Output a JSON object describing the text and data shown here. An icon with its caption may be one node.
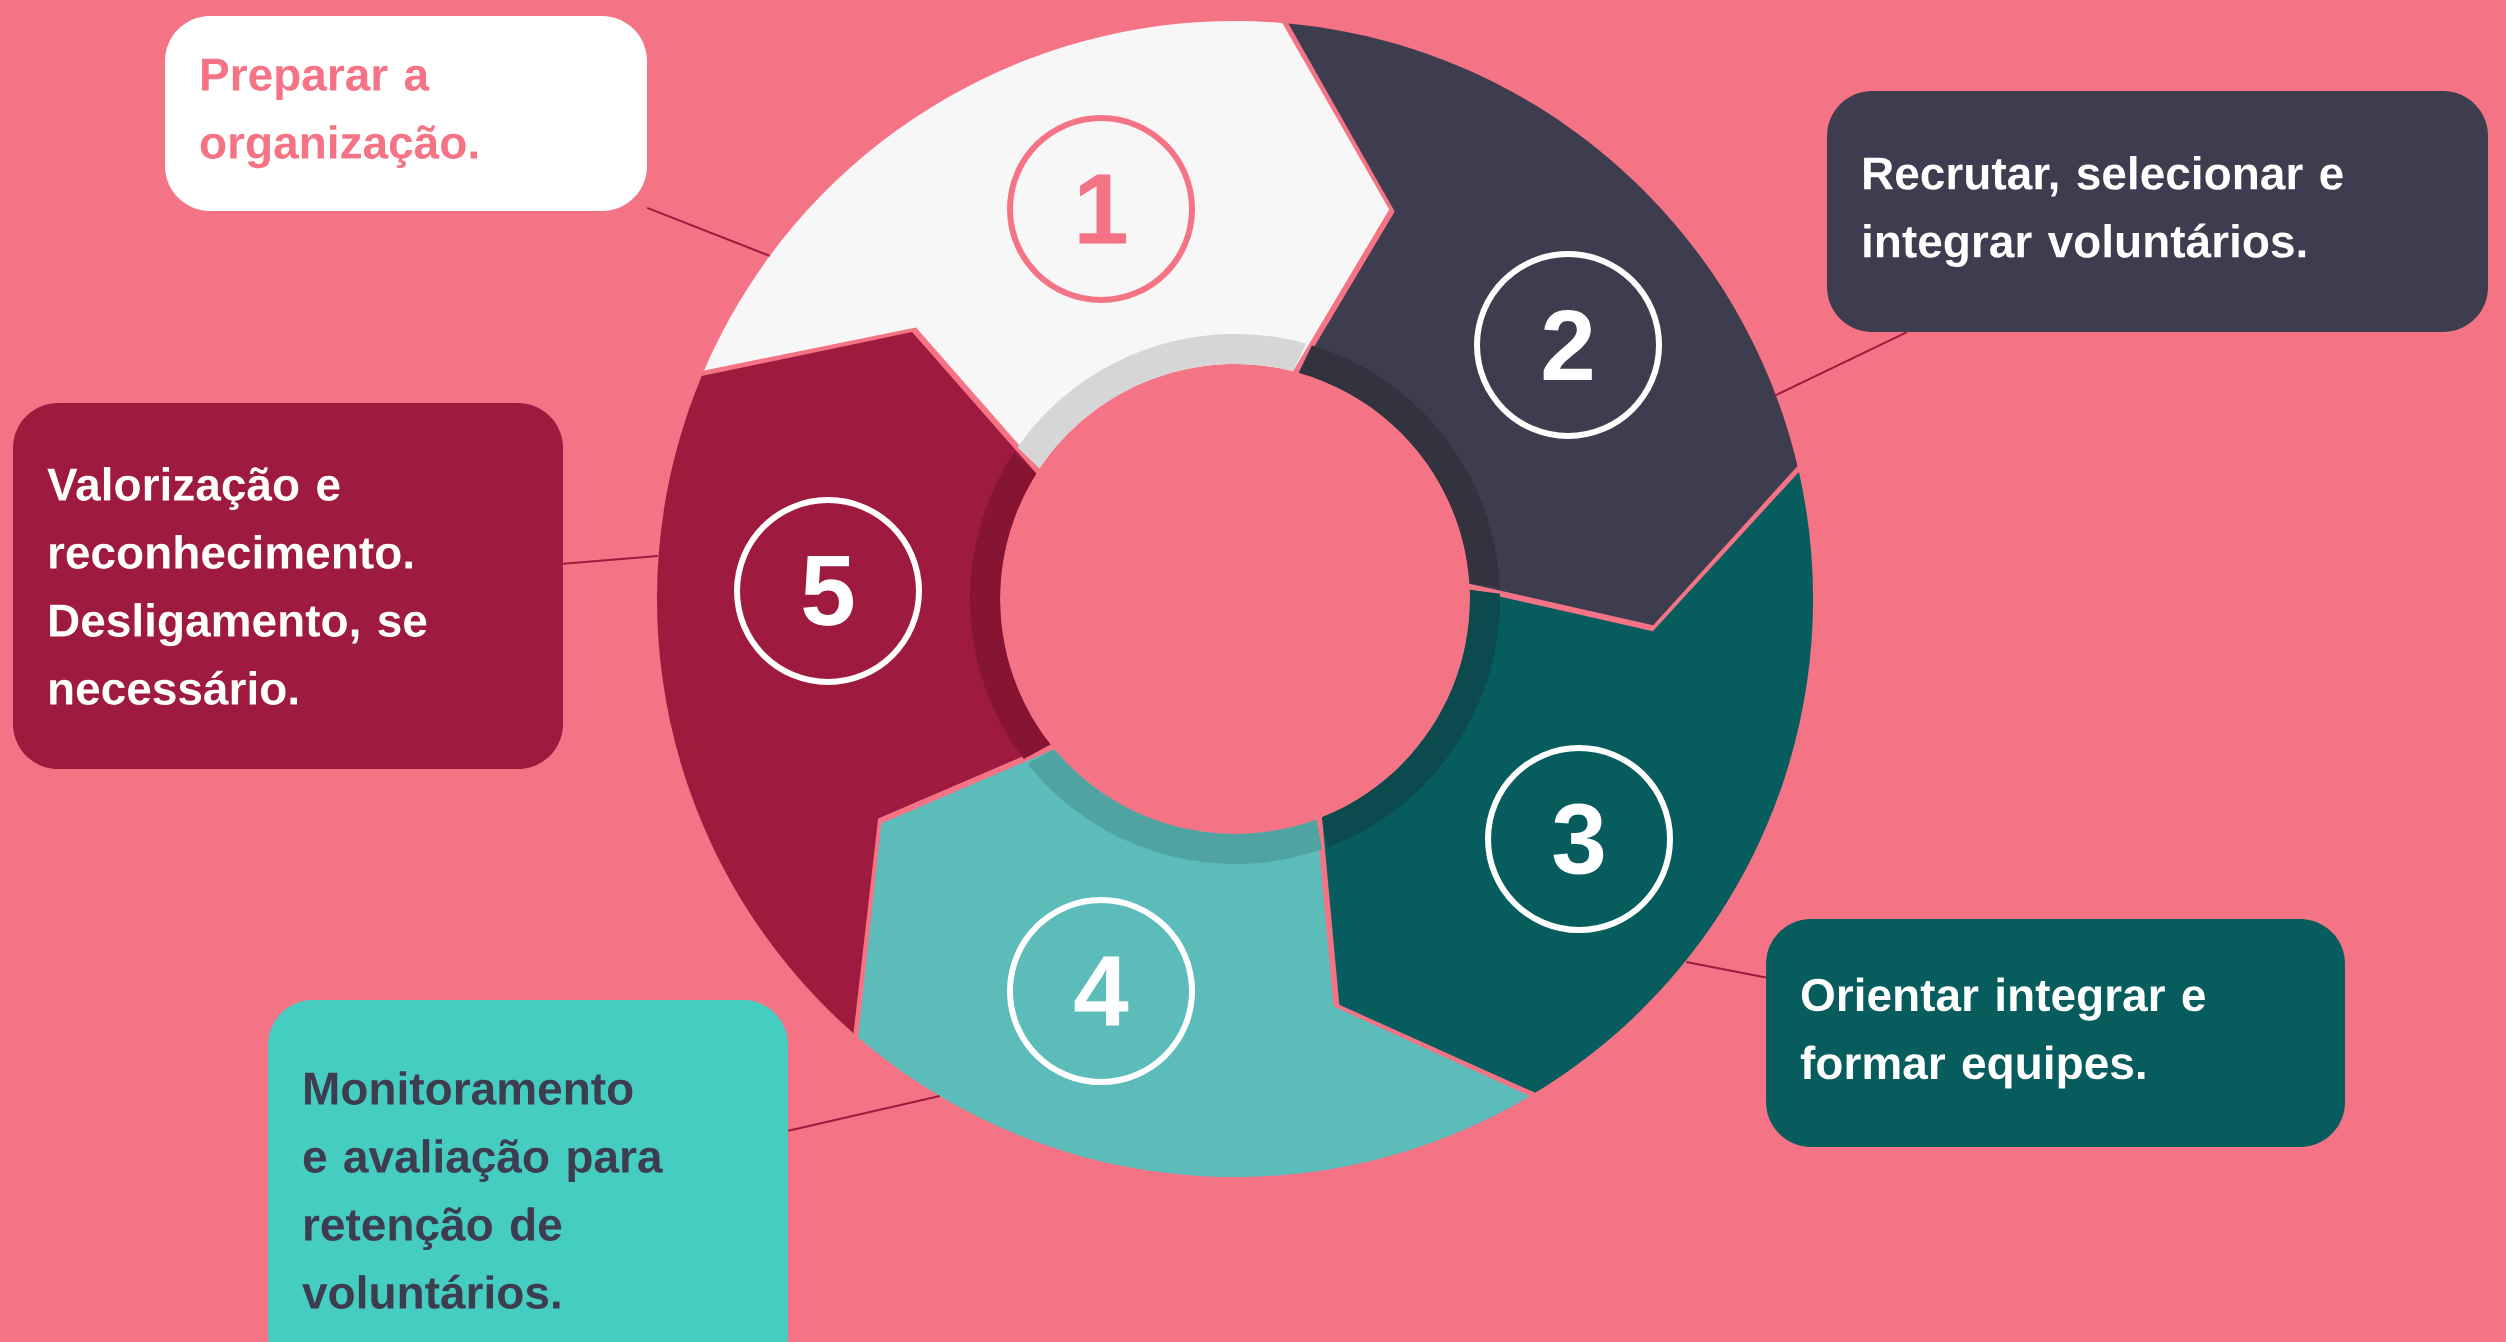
{
  "diagram": {
    "nodes": [
      {
        "text": [
          "Preparar a organização."
        ]
      },
      {
        "text": [
          "Recrutar, selecionar e integrar voluntários."
        ]
      },
      {
        "text": [
          "Orientar integrar e formar equipes."
        ]
      },
      {
        "text": [
          "Monitoramento e avaliação para retenção de voluntários."
        ]
      },
      {
        "text": [
          "Valorização e reconhecimento. Desligamento, se necessário."
        ]
      },
      {
        "text": [],
        "shape": "sector"
      },
      {
        "text": [],
        "shape": "sector"
      },
      {
        "text": [],
        "shape": "sector"
      },
      {
        "text": [],
        "shape": "sector"
      },
      {
        "text": [],
        "shape": "sector"
      },
      {
        "text": [
          "1"
        ],
        "in": 5
      },
      {
        "text": [
          "2"
        ],
        "in": 6
      },
      {
        "text": [
          "3"
        ],
        "in": 7
      },
      {
        "text": [
          "4"
        ],
        "in": 8
      },
      {
        "text": [
          "5"
        ],
        "in": 9
      }
    ],
    "edges": [
      {
        "from": 0,
        "to": 5,
        "arrow": "none"
      },
      {
        "from": 1,
        "to": 6,
        "arrow": "none"
      },
      {
        "from": 2,
        "to": 7,
        "arrow": "none"
      },
      {
        "from": 3,
        "to": 8,
        "arrow": "none"
      },
      {
        "from": 4,
        "to": 9,
        "arrow": "none"
      }
    ]
  }
}
